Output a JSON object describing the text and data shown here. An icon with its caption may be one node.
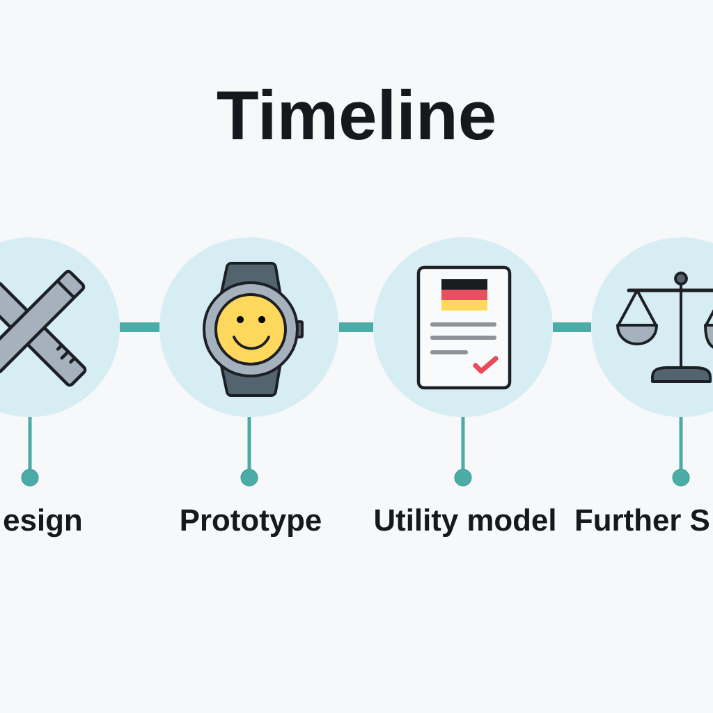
{
  "diagram": {
    "title": "Timeline",
    "nodes": [
      {
        "text": [],
        "shape": "circle"
      },
      {
        "text": [],
        "shape": "circle"
      },
      {
        "text": [],
        "shape": "circle"
      },
      {
        "text": [],
        "shape": "circle"
      },
      {
        "text": [],
        "shape": "circle",
        "beside": [
          "esign"
        ]
      },
      {
        "text": [],
        "shape": "circle",
        "beside": [
          "Prototype"
        ]
      },
      {
        "text": [],
        "shape": "circle",
        "beside": [
          "Utility model"
        ]
      },
      {
        "text": [],
        "shape": "circle",
        "beside": [
          "Further S"
        ]
      }
    ],
    "edges": [
      {
        "from": 0,
        "to": 1,
        "arrow": "none",
        "style": "thick"
      },
      {
        "from": 1,
        "to": 2,
        "arrow": "none",
        "style": "thick"
      },
      {
        "from": 2,
        "to": 3,
        "arrow": "none",
        "style": "thick"
      },
      {
        "from": 0,
        "to": 4,
        "arrow": "none"
      },
      {
        "from": 1,
        "to": 5,
        "arrow": "none"
      },
      {
        "from": 2,
        "to": 6,
        "arrow": "none"
      },
      {
        "from": 3,
        "to": 7,
        "arrow": "none"
      }
    ]
  }
}
